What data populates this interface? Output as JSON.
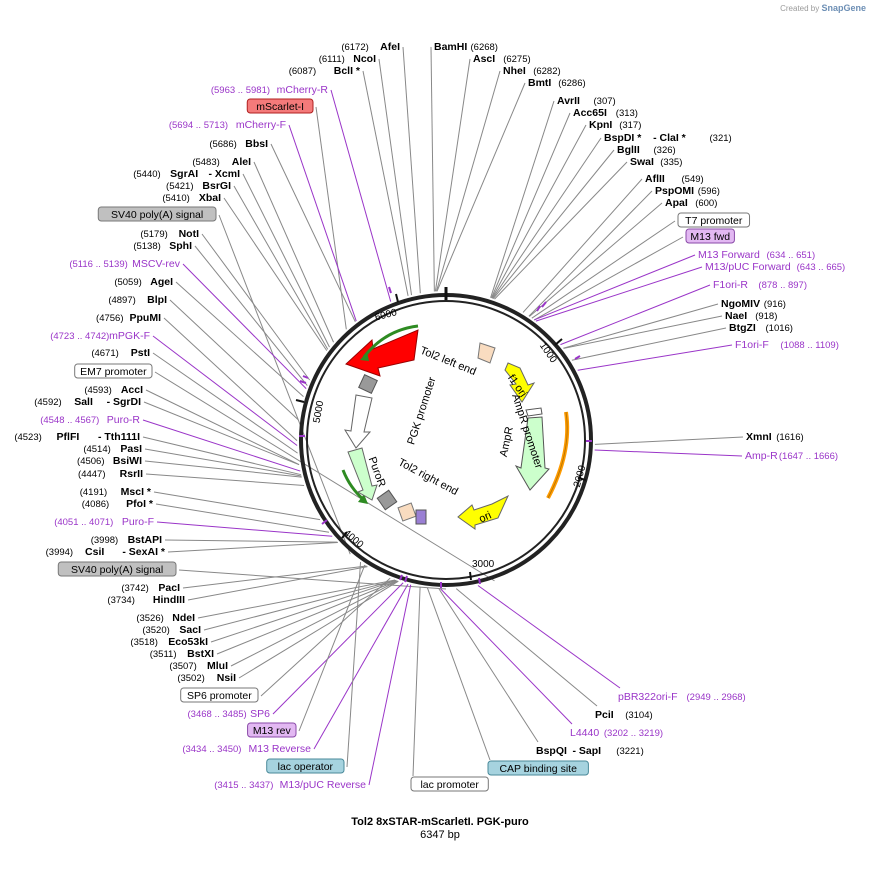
{
  "credit": {
    "prefix": "Created by",
    "brand": "SnapGene"
  },
  "map": {
    "title": "Tol2 8xSTAR-mScarletI. PGK-puro",
    "length": "6347 bp"
  },
  "colors": {
    "primer": "#9a35c8",
    "backbone": "#222222",
    "line": "#888888"
  },
  "ticks": [
    "1000",
    "2000",
    "3000",
    "4000",
    "5000",
    "6000"
  ],
  "features_inner": [
    {
      "label": "Tol2 left end"
    },
    {
      "label": "f1 ori"
    },
    {
      "label": "AmpR promoter"
    },
    {
      "label": "AmpR"
    },
    {
      "label": "ori"
    },
    {
      "label": "Tol2 right end"
    },
    {
      "label": "PuroR"
    },
    {
      "label": "PGK promoter"
    }
  ],
  "labels_left": [
    {
      "pos": "(6172)",
      "name": "AfeI"
    },
    {
      "pos": "(6111)",
      "name": "NcoI"
    },
    {
      "pos": "(6087)",
      "name": "BclI *"
    },
    {
      "pos": "(5963 .. 5981)",
      "name": "mCherry-R",
      "primer": true
    },
    {
      "name": "mScarlet-I",
      "box": "red"
    },
    {
      "pos": "(5694 .. 5713)",
      "name": "mCherry-F",
      "primer": true
    },
    {
      "pos": "(5686)",
      "name": "BbsI"
    },
    {
      "pos": "(5483)",
      "name": "AleI"
    },
    {
      "pos": "(5440)",
      "name": "SgrAI",
      "extra": "- XcmI"
    },
    {
      "pos": "(5421)",
      "name": "BsrGI"
    },
    {
      "pos": "(5410)",
      "name": "XbaI"
    },
    {
      "name": "SV40 poly(A) signal",
      "box": "gray"
    },
    {
      "pos": "(5179)",
      "name": "NotI"
    },
    {
      "pos": "(5138)",
      "name": "SphI"
    },
    {
      "pos": "(5116 .. 5139)",
      "name": "MSCV-rev",
      "primer": true
    },
    {
      "pos": "(5059)",
      "name": "AgeI"
    },
    {
      "pos": "(4897)",
      "name": "BlpI"
    },
    {
      "pos": "(4756)",
      "name": "PpuMI"
    },
    {
      "pos": "(4723 .. 4742)",
      "name": "mPGK-F",
      "primer": true
    },
    {
      "pos": "(4671)",
      "name": "PstI"
    },
    {
      "name": "EM7 promoter",
      "box": "white"
    },
    {
      "pos": "(4593)",
      "name": "AccI"
    },
    {
      "pos": "(4592)",
      "name": "SalI",
      "extra": "- SgrDI"
    },
    {
      "pos": "(4548 .. 4567)",
      "name": "Puro-R",
      "primer": true
    },
    {
      "pos": "(4523)",
      "name": "PflFI",
      "extra": "- Tth111I"
    },
    {
      "pos": "(4514)",
      "name": "PasI"
    },
    {
      "pos": "(4506)",
      "name": "BsiWI"
    },
    {
      "pos": "(4447)",
      "name": "RsrII"
    },
    {
      "pos": "(4191)",
      "name": "MscI *"
    },
    {
      "pos": "(4086)",
      "name": "PfoI *"
    },
    {
      "pos": "(4051 .. 4071)",
      "name": "Puro-F",
      "primer": true
    },
    {
      "pos": "(3998)",
      "name": "BstAPI"
    },
    {
      "pos": "(3994)",
      "name": "CsiI",
      "extra": "- SexAI *"
    },
    {
      "name": "SV40 poly(A) signal",
      "box": "gray"
    },
    {
      "pos": "(3742)",
      "name": "PacI"
    },
    {
      "pos": "(3734)",
      "name": "HindIII"
    },
    {
      "pos": "(3526)",
      "name": "NdeI"
    },
    {
      "pos": "(3520)",
      "name": "SacI"
    },
    {
      "pos": "(3518)",
      "name": "Eco53kI"
    },
    {
      "pos": "(3511)",
      "name": "BstXI"
    },
    {
      "pos": "(3507)",
      "name": "MluI"
    },
    {
      "pos": "(3502)",
      "name": "NsiI"
    },
    {
      "name": "SP6 promoter",
      "box": "white"
    },
    {
      "pos": "(3468 .. 3485)",
      "name": "SP6",
      "primer": true
    },
    {
      "name": "M13 rev",
      "box": "violet"
    },
    {
      "pos": "(3434 .. 3450)",
      "name": "M13 Reverse",
      "primer": true
    },
    {
      "name": "lac operator",
      "box": "teal"
    },
    {
      "pos": "(3415 .. 3437)",
      "name": "M13/pUC Reverse",
      "primer": true
    }
  ],
  "labels_right": [
    {
      "name": "BamHI",
      "pos": "(6268)"
    },
    {
      "name": "AscI",
      "pos": "(6275)"
    },
    {
      "name": "NheI",
      "pos": "(6282)"
    },
    {
      "name": "BmtI",
      "pos": "(6286)"
    },
    {
      "name": "AvrII",
      "pos": "(307)"
    },
    {
      "name": "Acc65I",
      "pos": "(313)"
    },
    {
      "name": "KpnI",
      "pos": "(317)"
    },
    {
      "name": "BspDI *",
      "extra": "- ClaI *",
      "pos": "(321)"
    },
    {
      "name": "BglII",
      "pos": "(326)"
    },
    {
      "name": "SwaI",
      "pos": "(335)"
    },
    {
      "name": "AflII",
      "pos": "(549)"
    },
    {
      "name": "PspOMI",
      "pos": "(596)"
    },
    {
      "name": "ApaI",
      "pos": "(600)"
    },
    {
      "name": "T7 promoter",
      "box": "white"
    },
    {
      "name": "M13 fwd",
      "box": "violet"
    },
    {
      "name": "M13 Forward",
      "pos": "(634 .. 651)",
      "primer": true
    },
    {
      "name": "M13/pUC Forward",
      "pos": "(643 .. 665)",
      "primer": true
    },
    {
      "name": "F1ori-R",
      "pos": "(878 .. 897)",
      "primer": true
    },
    {
      "name": "NgoMIV",
      "pos": "(916)"
    },
    {
      "name": "NaeI",
      "pos": "(918)"
    },
    {
      "name": "BtgZI",
      "pos": "(1016)"
    },
    {
      "name": "F1ori-F",
      "pos": "(1088 .. 1109)",
      "primer": true
    },
    {
      "name": "XmnI",
      "pos": "(1616)"
    },
    {
      "name": "Amp-R",
      "pos": "(1647 .. 1666)",
      "primer": true
    },
    {
      "name": "pBR322ori-F",
      "pos": "(2949 .. 2968)",
      "primer": true
    },
    {
      "name": "PciI",
      "pos": "(3104)"
    },
    {
      "name": "L4440",
      "pos": "(3202 .. 3219)",
      "primer": true
    },
    {
      "name": "BspQI",
      "extra": "- SapI",
      "pos": "(3221)"
    },
    {
      "name": "CAP binding site",
      "box": "teal"
    },
    {
      "name": "lac promoter",
      "box": "white"
    }
  ]
}
